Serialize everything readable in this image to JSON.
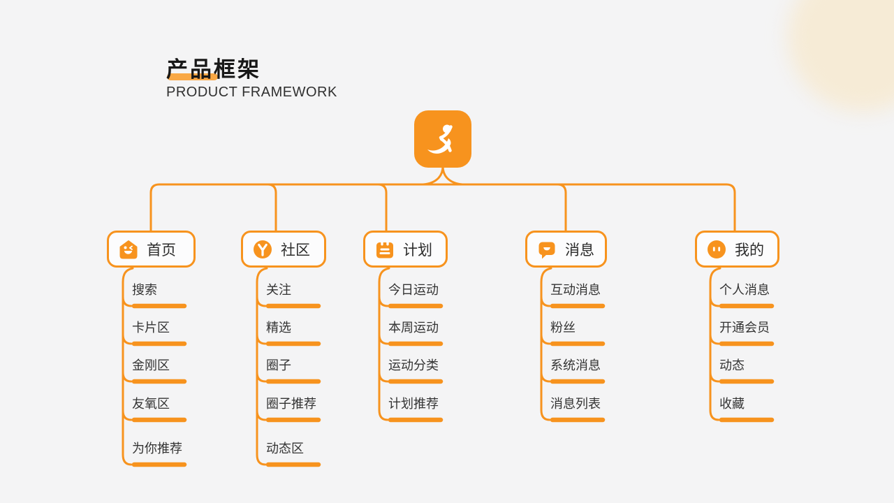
{
  "header": {
    "title": "产品框架",
    "subtitle": "PRODUCT FRAMEWORK"
  },
  "colors": {
    "accent": "#F7931E",
    "title_highlight": "#F9A845",
    "page_background": "#F4F4F5",
    "corner_circle": "#F6EBD6",
    "item_text": "#333333"
  },
  "root": {
    "icon": "runner-app-logo"
  },
  "branches": [
    {
      "label": "首页",
      "icon": "home-face-icon",
      "items": [
        "搜索",
        "卡片区",
        "金刚区",
        "友氧区",
        "为你推荐"
      ]
    },
    {
      "label": "社区",
      "icon": "community-y-icon",
      "items": [
        "关注",
        "精选",
        "圈子",
        "圈子推荐",
        "动态区"
      ]
    },
    {
      "label": "计划",
      "icon": "plan-calendar-icon",
      "items": [
        "今日运动",
        "本周运动",
        "运动分类",
        "计划推荐"
      ]
    },
    {
      "label": "消息",
      "icon": "message-bubble-icon",
      "items": [
        "互动消息",
        "粉丝",
        "系统消息",
        "消息列表"
      ]
    },
    {
      "label": "我的",
      "icon": "profile-face-icon",
      "items": [
        "个人消息",
        "开通会员",
        "动态",
        "收藏"
      ]
    }
  ]
}
